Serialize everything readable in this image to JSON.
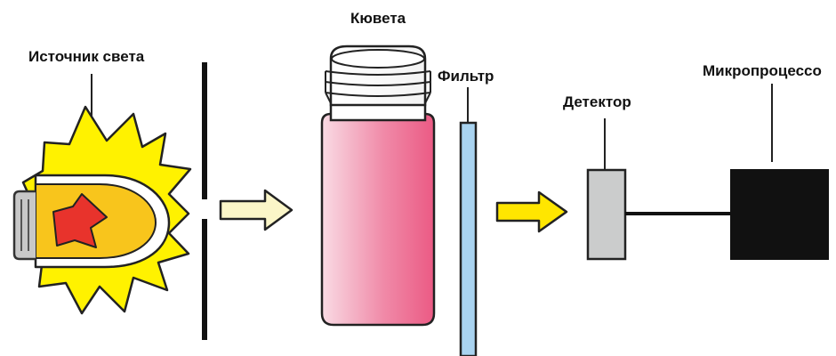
{
  "labels": {
    "light_source": "Источник света",
    "cuvette": "Кювета",
    "filter": "Фильтр",
    "detector": "Детектор",
    "microprocessor": "Микропроцессо"
  },
  "colors": {
    "burst_fill": "#fff200",
    "bulb_fill": "#f8c51c",
    "flame_fill": "#e8332c",
    "cuvette_liquid_light": "#f7d6e0",
    "cuvette_liquid_dark": "#ec5d86",
    "filter_fill": "#a9d3f0",
    "beam_arrow_light": "#fbf6c8",
    "beam_arrow_bright": "#ffe600",
    "detector_fill": "#cbcccc",
    "microprocessor_fill": "#111111"
  }
}
